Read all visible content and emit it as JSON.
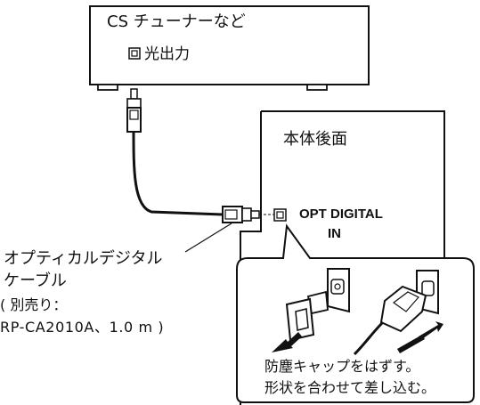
{
  "tuner": {
    "title": "CS チューナーなど",
    "port_label": "光出力"
  },
  "unit": {
    "title": "本体後面",
    "input_line1": "OPT DIGITAL",
    "input_line2": "IN"
  },
  "cable": {
    "line1": "オプティカルデジタル",
    "line2": "ケーブル",
    "line3": "( 別売り：",
    "line4": "RP-CA2010A、1.0 m )"
  },
  "steps": {
    "line1": "防塵キャップをはずす。",
    "line2": "形状を合わせて差し込む。"
  }
}
